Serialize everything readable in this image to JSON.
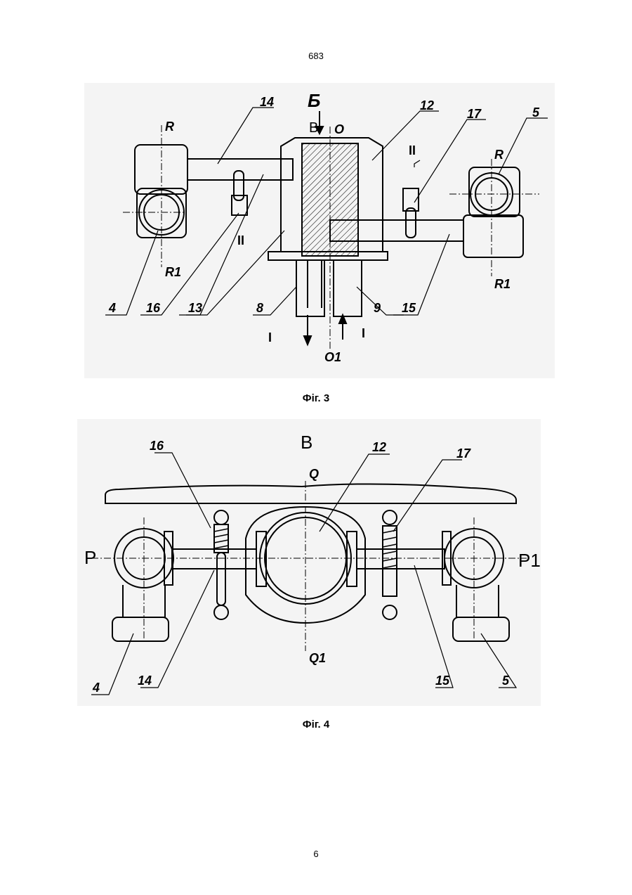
{
  "page": {
    "top_number": "683",
    "bottom_number": "6"
  },
  "figure3": {
    "caption": "Фіг. 3",
    "view_letters": {
      "b": "Б",
      "v": "В"
    },
    "axis_labels": {
      "o": "O",
      "o1": "O1",
      "r_left": "R",
      "r1_left": "R1",
      "r_right": "R",
      "r1_right": "R1"
    },
    "section_marks": {
      "i_left": "I",
      "i_right": "I",
      "ii_left": "II",
      "ii_right": "II"
    },
    "callouts": [
      "14",
      "12",
      "17",
      "5",
      "4",
      "16",
      "13",
      "8",
      "9",
      "15"
    ]
  },
  "figure4": {
    "caption": "Фіг. 4",
    "view_letter": "В",
    "axis_labels": {
      "q": "Q",
      "q1": "Q1",
      "p": "P",
      "p1": "P1"
    },
    "callouts": [
      "16",
      "12",
      "17",
      "4",
      "14",
      "15",
      "5"
    ]
  }
}
